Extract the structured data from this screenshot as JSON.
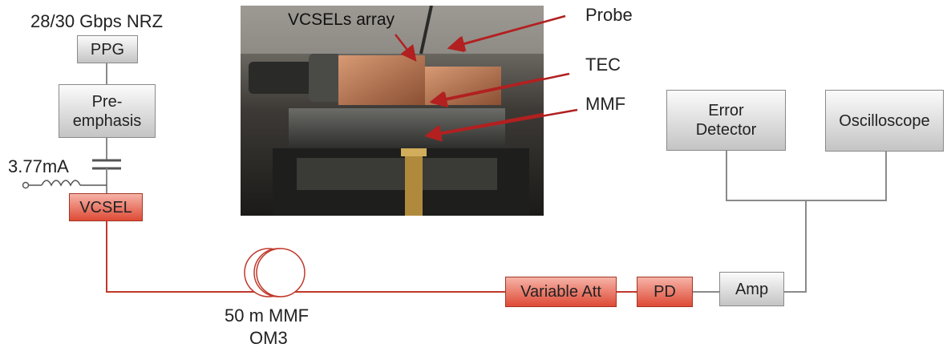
{
  "labels": {
    "ppg_signal": "28/30 Gbps NRZ",
    "bias_current": "3.77mA",
    "fiber_line1": "50 m MMF",
    "fiber_line2": "OM3"
  },
  "boxes": {
    "ppg": "PPG",
    "preemphasis_line1": "Pre-",
    "preemphasis_line2": "emphasis",
    "vcsel": "VCSEL",
    "variable_att": "Variable Att",
    "pd": "PD",
    "amp": "Amp",
    "error_detector_line1": "Error",
    "error_detector_line2": "Detector",
    "oscilloscope": "Oscilloscope"
  },
  "photo_labels": {
    "vcsel_array": "VCSELs array",
    "probe": "Probe",
    "tec": "TEC",
    "mmf": "MMF"
  },
  "colors": {
    "fiber": "#c0392b",
    "arrow": "#b22020",
    "wire": "#8a8a8a"
  }
}
